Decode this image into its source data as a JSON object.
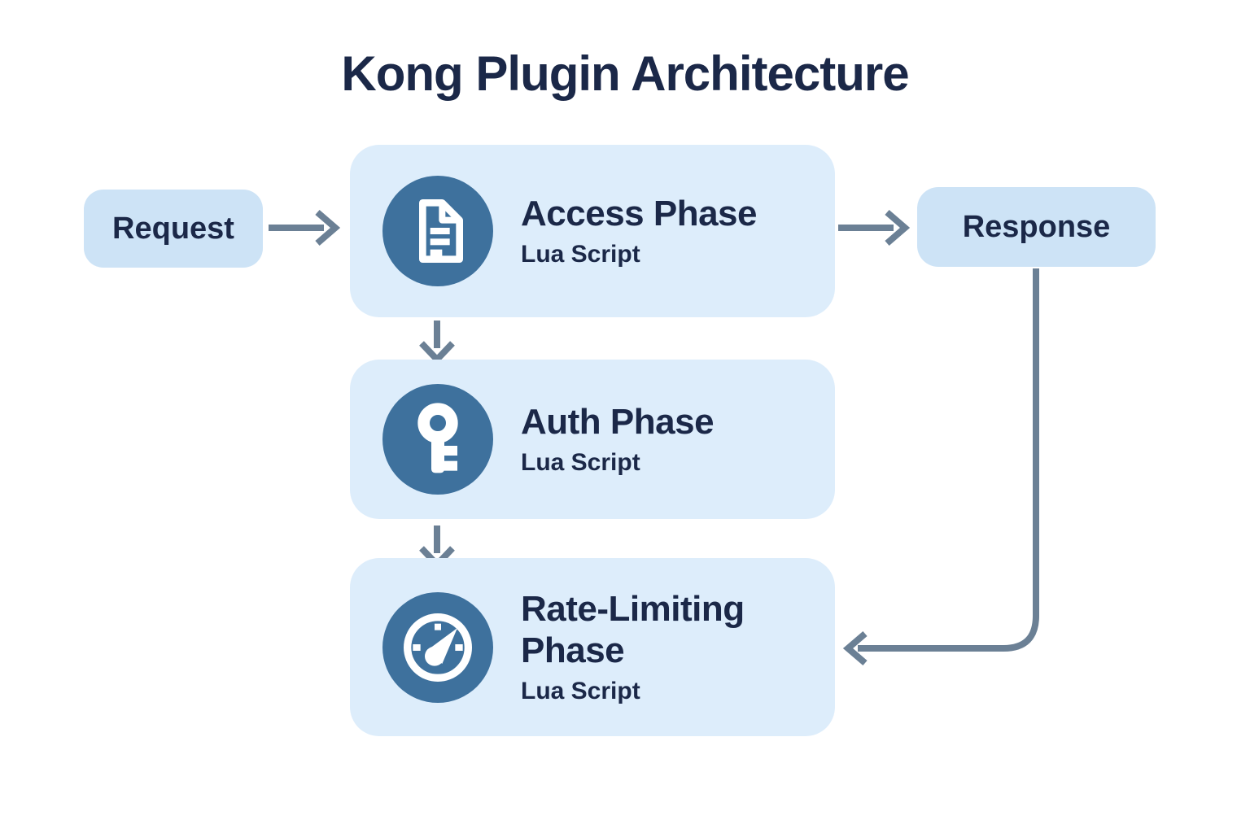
{
  "title": "Kong Plugin Architecture",
  "colors": {
    "background": "#ffffff",
    "node_fill_small": "#cde3f6",
    "node_fill_large": "#ddedfb",
    "icon_circle": "#3e719d",
    "icon_glyph": "#ffffff",
    "arrow": "#6b8095",
    "text_navy": "#1b2848"
  },
  "nodes": {
    "request": {
      "label": "Request"
    },
    "response": {
      "label": "Response"
    },
    "phases": [
      {
        "title": "Access Phase",
        "subtitle": "Lua Script",
        "icon": "document-icon"
      },
      {
        "title": "Auth Phase",
        "subtitle": "Lua Script",
        "icon": "key-icon"
      },
      {
        "title": "Rate-Limiting Phase",
        "subtitle": "Lua Script",
        "icon": "gauge-icon"
      }
    ]
  },
  "edges": [
    {
      "from": "request",
      "to": "access-phase"
    },
    {
      "from": "access-phase",
      "to": "response"
    },
    {
      "from": "access-phase",
      "to": "auth-phase"
    },
    {
      "from": "auth-phase",
      "to": "rate-limiting-phase"
    },
    {
      "from": "response",
      "to": "rate-limiting-phase"
    }
  ]
}
